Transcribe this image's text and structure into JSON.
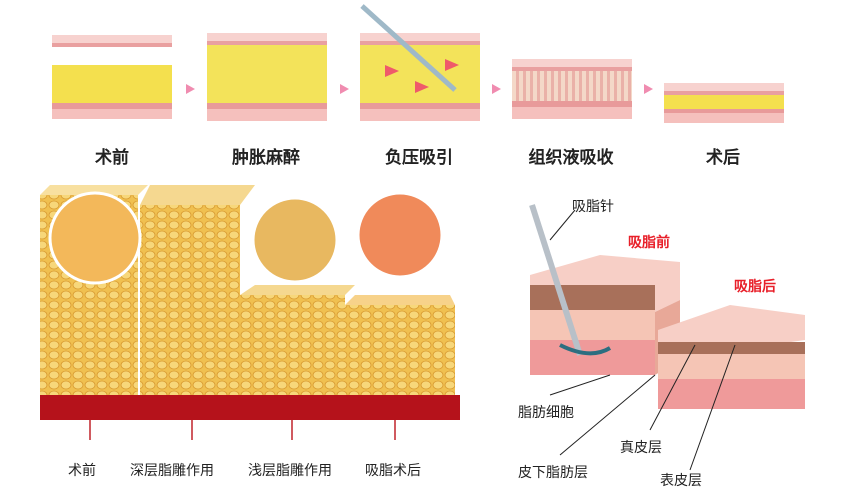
{
  "steps": [
    {
      "label": "术前"
    },
    {
      "label": "肿胀麻醉"
    },
    {
      "label": "负压吸引"
    },
    {
      "label": "组织液吸收"
    },
    {
      "label": "术后"
    }
  ],
  "bottom_labels": [
    "术前",
    "深层脂雕作用",
    "浅层脂雕作用",
    "吸脂术后"
  ],
  "right_labels": {
    "cannula": "吸脂针",
    "before": "吸脂前",
    "after": "吸脂后",
    "fat_cells": "脂肪细胞",
    "subcutaneous": "皮下脂肪层",
    "dermis": "真皮层",
    "epidermis": "表皮层"
  },
  "colors": {
    "fat": "#f5e04a",
    "skin": "#f2b8b4",
    "dermis": "#f6c9b9",
    "accent_red": "#e8202a",
    "arrow": "#f08cb0",
    "base": "#b5121b"
  }
}
